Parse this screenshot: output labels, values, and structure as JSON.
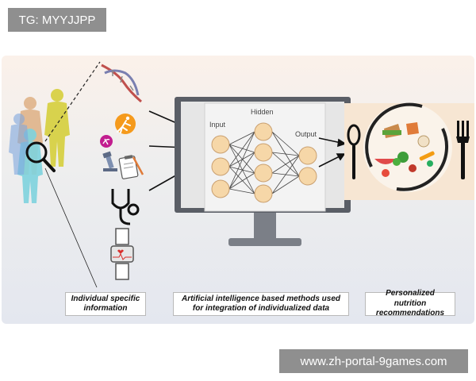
{
  "tag_label": "TG: MYYJJPP",
  "watermark": "www.zh-portal-9games.com",
  "network": {
    "input_label": "Input",
    "hidden_label": "Hidden",
    "output_label": "Output"
  },
  "captions": {
    "individual": "Individual specific information",
    "ai": "Artificial intelligence based methods used for integration of individualized data",
    "nutrition": "Personalized nutrition recommendations"
  },
  "colors": {
    "node": "#f6d7a8",
    "node_stroke": "#caa070",
    "screen_bezel": "#5a5e66",
    "plate_ring": "#222222",
    "icon_orange": "#f59a1c",
    "icon_magenta": "#c21d8f"
  },
  "icons": [
    "human-silhouettes-icon",
    "magnifier-icon",
    "dna-helix-icon",
    "running-person-icon",
    "microbe-icon",
    "microscope-icon",
    "clipboard-icon",
    "stethoscope-icon",
    "smartwatch-icon",
    "monitor-icon",
    "spoon-icon",
    "fork-icon",
    "plate-icon"
  ]
}
